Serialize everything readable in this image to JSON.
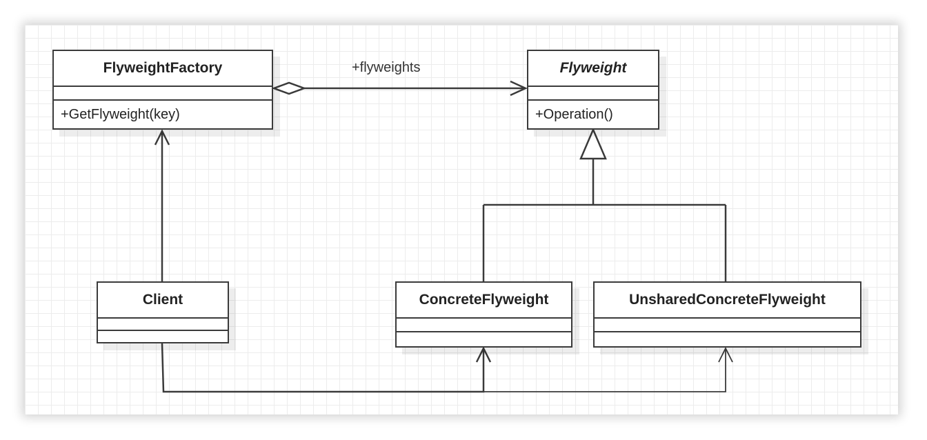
{
  "classes": {
    "factory": {
      "name": "FlyweightFactory",
      "operation": "+GetFlyweight(key)"
    },
    "flyweight": {
      "name": "Flyweight",
      "operation": "+Operation()"
    },
    "client": {
      "name": "Client"
    },
    "concrete": {
      "name": "ConcreteFlyweight"
    },
    "unshared": {
      "name": "UnsharedConcreteFlyweight"
    }
  },
  "relations": {
    "aggregation_label": "+flyweights"
  },
  "colors": {
    "line": "#3a3a3a",
    "grid": "#ececec"
  }
}
